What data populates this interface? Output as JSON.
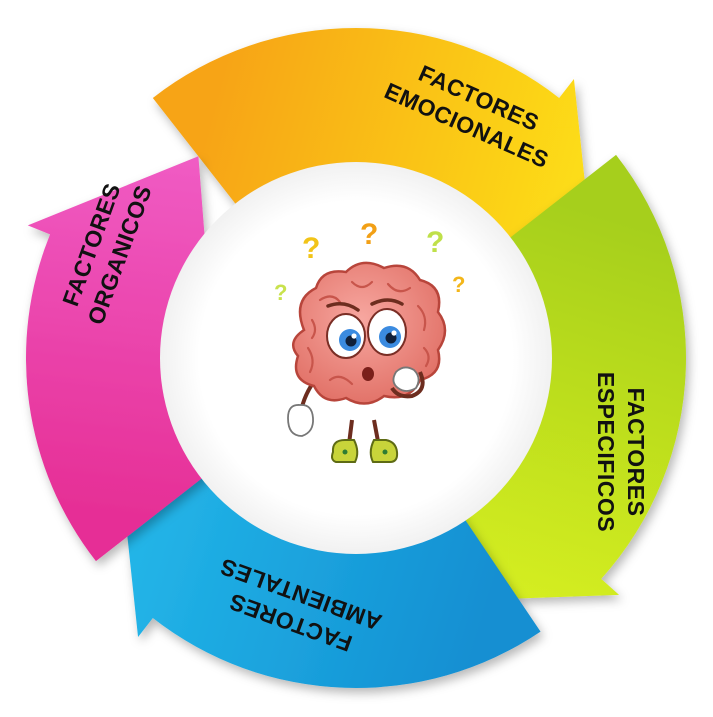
{
  "diagram": {
    "type": "cycle",
    "segments": [
      {
        "id": "emocionales",
        "line1": "FACTORES",
        "line2": "EMOCIONALES",
        "color_outer": "#fde21a",
        "color_inner": "#f7a415"
      },
      {
        "id": "especificos",
        "line1": "FACTORES",
        "line2": "ESPECIFICOS",
        "color_outer": "#d8f020",
        "color_inner": "#a6cf1e"
      },
      {
        "id": "ambientales",
        "line1": "FACTORES",
        "line2": "AMBIENTALES",
        "color_outer": "#24b9ea",
        "color_inner": "#138fd2"
      },
      {
        "id": "organicos",
        "line1": "FACTORES",
        "line2": "ORGANICOS",
        "color_outer": "#f05cc4",
        "color_inner": "#e62f96"
      }
    ],
    "center_icon": "confused-brain-icon",
    "question_mark": "?"
  }
}
